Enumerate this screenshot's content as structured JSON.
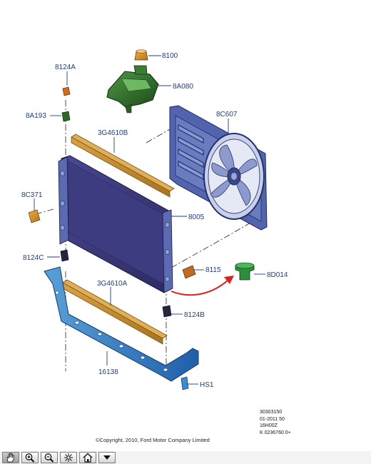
{
  "callouts": {
    "c8100": "8100",
    "c8124A": "8124A",
    "c8A080": "8A080",
    "c8A193": "8A193",
    "c8C607": "8C607",
    "c3G4610B": "3G4610B",
    "c8C371": "8C371",
    "c8005": "8005",
    "c8124C": "8124C",
    "c8115": "8115",
    "c8D014": "8D014",
    "c3G4610A": "3G4610A",
    "c8124B": "8124B",
    "c16138": "16138",
    "cHS1": "HS1"
  },
  "reference": [
    "30303150",
    "01-2011 50",
    "16H00Z",
    "K 0236760 0+"
  ],
  "copyright": "©Copyright, 2010, Ford Motor Company Limited",
  "toolbar": {
    "buttons": [
      {
        "name": "pan-hand-icon",
        "active": true
      },
      {
        "name": "zoom-in-icon"
      },
      {
        "name": "zoom-out-icon"
      },
      {
        "name": "fit-to-window-icon"
      },
      {
        "name": "home-icon"
      },
      {
        "name": "dropdown-arrow-icon"
      }
    ]
  },
  "colors": {
    "callout": "#1f3c8c",
    "radiator": "#3d3a7a",
    "shroud": "#4b5ea8",
    "reservoir": "#2e6b2a",
    "foam": "#c8902a",
    "arrow": "#e02020"
  }
}
